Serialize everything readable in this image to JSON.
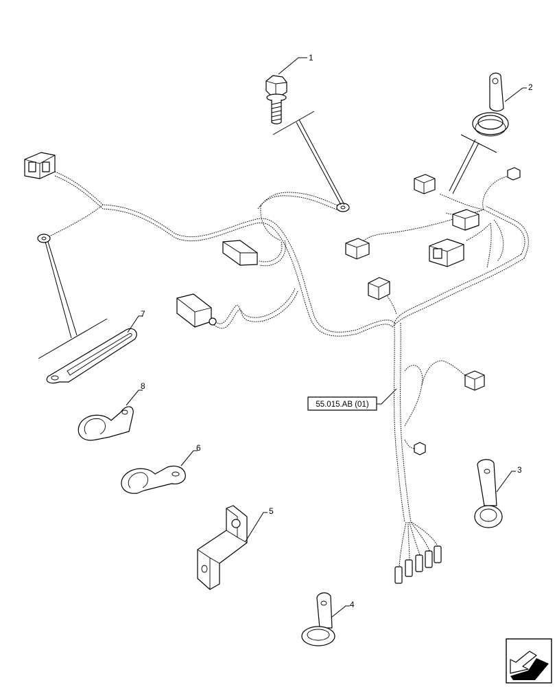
{
  "callouts": {
    "c1": "1",
    "c2": "2",
    "c3": "3",
    "c4": "4",
    "c5": "5",
    "c6": "6",
    "c7": "7",
    "c8": "8"
  },
  "reference_label": "55.015.AB (01)",
  "nav_icon": "arrow-navigation-icon"
}
